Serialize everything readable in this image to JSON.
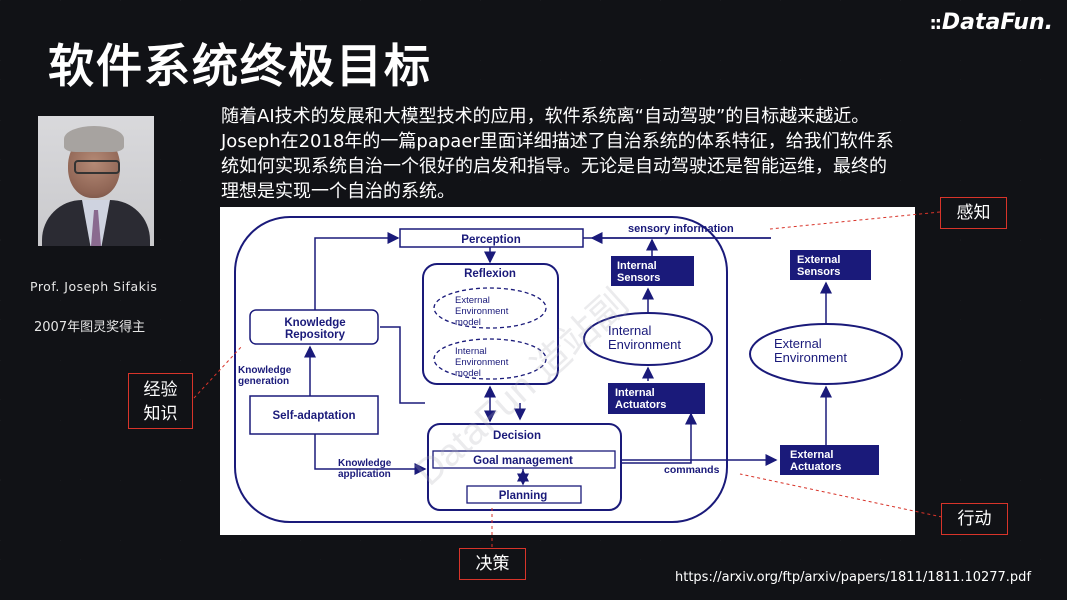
{
  "title": "软件系统终极目标",
  "logo": "DataFun.",
  "person": {
    "name": "Prof. Joseph Sifakis",
    "award": "2007年图灵奖得主"
  },
  "intro": "随着AI技术的发展和大模型技术的应用，软件系统离“自动驾驶”的目标越来越近。Joseph在2018年的一篇papaer里面详细描述了自治系统的体系特征，给我们软件系统如何实现系统自治一个很好的启发和指导。无论是自动驾驶还是智能运维，最终的理想是实现一个自治的系统。",
  "diagram": {
    "perception": "Perception",
    "sensory_information": "sensory information",
    "reflexion": "Reflexion",
    "external_env_model": [
      "External",
      "Environment",
      "model"
    ],
    "internal_env_model": [
      "Internal",
      "Environment",
      "model"
    ],
    "knowledge_repository": [
      "Knowledge",
      "Repository"
    ],
    "knowledge_generation": [
      "Knowledge",
      "generation"
    ],
    "self_adaptation": "Self-adaptation",
    "knowledge_application": [
      "Knowledge",
      "application"
    ],
    "decision": "Decision",
    "goal_management": "Goal management",
    "planning": "Planning",
    "commands": "commands",
    "internal_sensors": [
      "Internal",
      "Sensors"
    ],
    "internal_environment": [
      "Internal",
      "Environment"
    ],
    "internal_actuators": [
      "Internal",
      "Actuators"
    ],
    "external_sensors": [
      "External",
      "Sensors"
    ],
    "external_environment": [
      "External",
      "Environment"
    ],
    "external_actuators": [
      "External",
      "Actuators"
    ],
    "watermark": "DataFun 造站副"
  },
  "tags": {
    "perceive": "感知",
    "experience": [
      "经验",
      "知识"
    ],
    "act": "行动",
    "decide": "决策"
  },
  "url": "https://arxiv.org/ftp/arxiv/papers/1811/1811.10277.pdf",
  "colors": {
    "diagram_navy": "#1a1a7a",
    "tag_border": "#d8342a",
    "background": "#111216"
  }
}
